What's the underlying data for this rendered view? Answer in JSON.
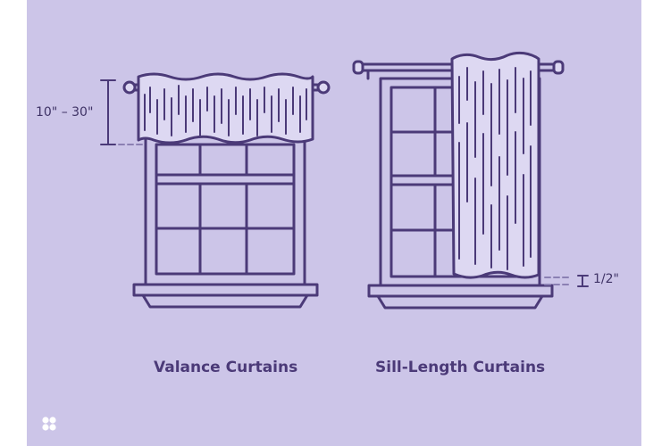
{
  "diagram": {
    "left_caption": "Valance Curtains",
    "right_caption": "Sill-Length Curtains",
    "valance_height": "10\" – 30\"",
    "sill_gap": "1/2\""
  },
  "colors": {
    "background": "#ccc5e8",
    "outline": "#4b3a78",
    "fabric": "#ddd8f2",
    "window_fill": "#ccc5e8"
  },
  "icons": [
    "brand-logo-icon"
  ]
}
